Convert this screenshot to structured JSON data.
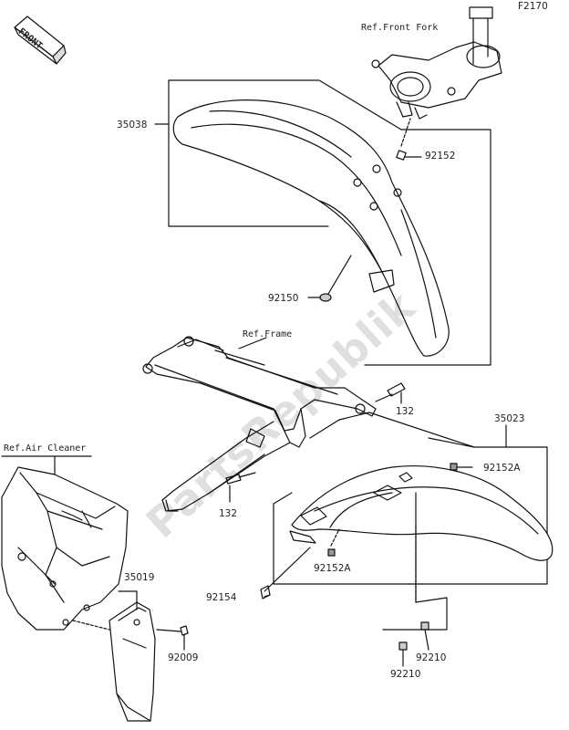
{
  "figure_code": "F2170",
  "front_badge": "FRONT",
  "refs": {
    "front_fork": "Ref.Front Fork",
    "frame": "Ref.Frame",
    "air_cleaner": "Ref.Air Cleaner"
  },
  "parts": {
    "front_fender": "35038",
    "front_fender_nut": "92152",
    "front_fender_washer": "92150",
    "frame_bolt_right": "132",
    "frame_bolt_left": "132",
    "rear_fender": "35023",
    "rear_fender_nut_right": "92152A",
    "rear_fender_nut_left": "92152A",
    "rear_fender_screw": "92154",
    "mud_flap": "35019",
    "mud_flap_bolt": "92009",
    "pad_upper": "92210",
    "pad_lower": "92210"
  },
  "watermark": "PartsRepublik"
}
